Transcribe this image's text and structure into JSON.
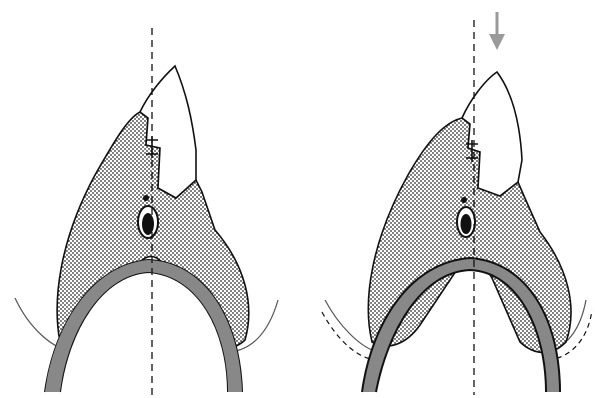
{
  "figure": {
    "panels": [
      {
        "id": "left",
        "has_arrow": false,
        "has_dashed_gum_outline": false
      },
      {
        "id": "right",
        "has_arrow": true,
        "arrow_direction": "down",
        "has_dashed_gum_outline": true
      }
    ],
    "colors": {
      "stroke": "#111111",
      "hatch": "#2a2a2a",
      "arrow": "#9a9a9a",
      "background": "#ffffff",
      "canal": "#111111"
    },
    "icons": [
      "down-arrow-icon",
      "tooth-icon",
      "root-canal-icon",
      "bone-arch-icon"
    ]
  }
}
